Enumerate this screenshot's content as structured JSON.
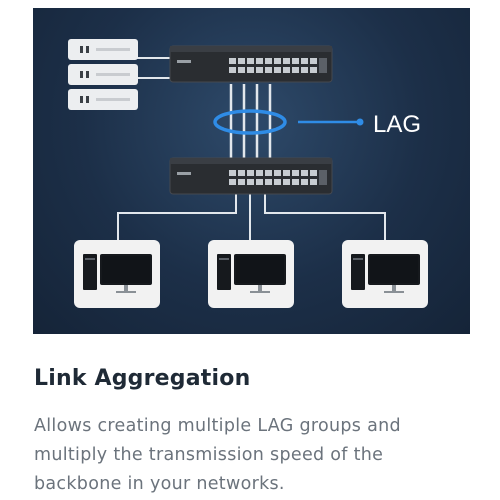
{
  "diagram": {
    "lag_label": "LAG",
    "colors": {
      "panel_background": "#1c2f48",
      "link_line": "#e2e7ec",
      "lag_ring": "#2f8ce6",
      "switch_body": "#2a2d31",
      "device_frame": "#f2f2f2",
      "monitor_screen": "#111418"
    },
    "nodes": {
      "servers": 3,
      "switches": 2,
      "workstations": 3
    }
  },
  "feature": {
    "title": "Link Aggregation",
    "description": "Allows creating multiple LAG groups and multiply the transmission speed of the backbone in your networks."
  }
}
